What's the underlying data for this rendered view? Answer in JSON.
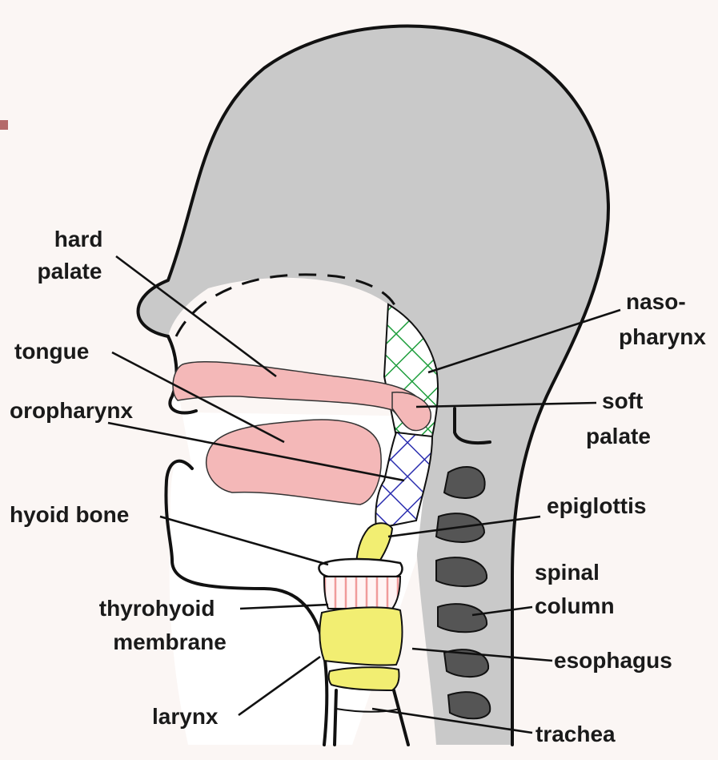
{
  "labels": {
    "hard_palate": [
      "hard",
      "palate"
    ],
    "tongue": "tongue",
    "oropharynx": "oropharynx",
    "hyoid_bone": "hyoid bone",
    "thyrohyoid_membrane": [
      "thyrohyoid",
      "membrane"
    ],
    "larynx": "larynx",
    "nasopharynx": [
      "naso-",
      "pharynx"
    ],
    "soft_palate": [
      "soft",
      "palate"
    ],
    "epiglottis": "epiglottis",
    "spinal_column": [
      "spinal",
      "column"
    ],
    "esophagus": "esophagus",
    "trachea": "trachea"
  },
  "colors": {
    "background": "#fbf6f4",
    "head": "#c9c9c9",
    "vertebra": "#555555",
    "palate": "#f4b8b8",
    "nasopharynx_hatch": "#1e9e3c",
    "oropharynx_hatch": "#2c2fb0",
    "cartilage": "#f2ee72",
    "membrane": "#f4a0a0"
  }
}
